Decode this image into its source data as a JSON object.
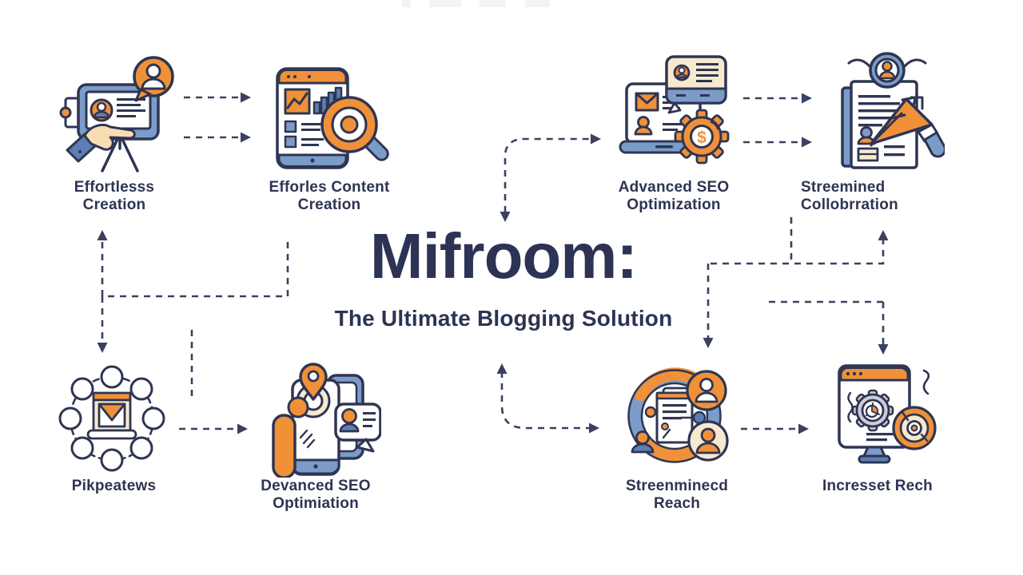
{
  "page": {
    "background": "#ffffff"
  },
  "palette": {
    "navy_outline": "#2f3552",
    "title_navy": "#2d3355",
    "orange": "#f0913a",
    "blue": "#7b9cc9",
    "dark_blue": "#5b7fb5",
    "cream": "#f7e9cf",
    "skin": "#f8dcb4"
  },
  "title": {
    "text": "Mifroom:",
    "subtitle": "The Ultimate Blogging Solution"
  },
  "features": [
    {
      "label": "Effortlesss Creation",
      "icon": "camera-tablet-icon"
    },
    {
      "label": "Efforles Content Creation",
      "icon": "tablet-search-icon"
    },
    {
      "label": "Advanced SEO Optimization",
      "icon": "laptop-gear-dollar-icon"
    },
    {
      "label": "Streemined Collobrration",
      "icon": "document-pen-icon"
    },
    {
      "label": "Pikpeatews",
      "icon": "network-laptop-icon"
    },
    {
      "label": "Devanced SEO Optimiation",
      "icon": "hand-phone-location-icon"
    },
    {
      "label": "Streenminecd Reach",
      "icon": "circular-arrows-people-icon"
    },
    {
      "label": "Incresset Rech",
      "icon": "monitor-gear-target-icon"
    }
  ]
}
